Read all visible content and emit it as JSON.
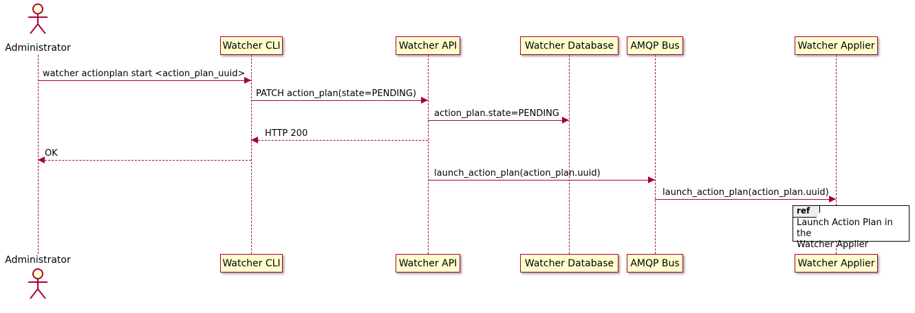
{
  "diagram": {
    "type": "sequence",
    "participants": [
      {
        "name": "Administrator",
        "kind": "actor"
      },
      {
        "name": "Watcher CLI",
        "kind": "participant"
      },
      {
        "name": "Watcher API",
        "kind": "participant"
      },
      {
        "name": "Watcher Database",
        "kind": "participant"
      },
      {
        "name": "AMQP Bus",
        "kind": "participant"
      },
      {
        "name": "Watcher Applier",
        "kind": "participant"
      }
    ],
    "messages": [
      {
        "from": "Administrator",
        "to": "Watcher CLI",
        "label": "watcher actionplan start <action_plan_uuid>",
        "line": "solid"
      },
      {
        "from": "Watcher CLI",
        "to": "Watcher API",
        "label": "PATCH action_plan(state=PENDING)",
        "line": "solid"
      },
      {
        "from": "Watcher API",
        "to": "Watcher Database",
        "label": "action_plan.state=PENDING",
        "line": "solid"
      },
      {
        "from": "Watcher API",
        "to": "Watcher CLI",
        "label": "HTTP 200",
        "line": "dashed"
      },
      {
        "from": "Watcher CLI",
        "to": "Administrator",
        "label": "OK",
        "line": "dashed"
      },
      {
        "from": "Watcher API",
        "to": "AMQP Bus",
        "label": "launch_action_plan(action_plan.uuid)",
        "line": "solid"
      },
      {
        "from": "AMQP Bus",
        "to": "Watcher Applier",
        "label": "launch_action_plan(action_plan.uuid)",
        "line": "solid"
      }
    ],
    "ref_fragment": {
      "keyword": "ref",
      "text": "Launch Action Plan in the\nWatcher Applier",
      "over": "Watcher Applier"
    },
    "colors": {
      "participant_fill": "#FEFECE",
      "line_color": "#A80036",
      "text_color": "#000000",
      "ref_border": "#000000"
    }
  }
}
